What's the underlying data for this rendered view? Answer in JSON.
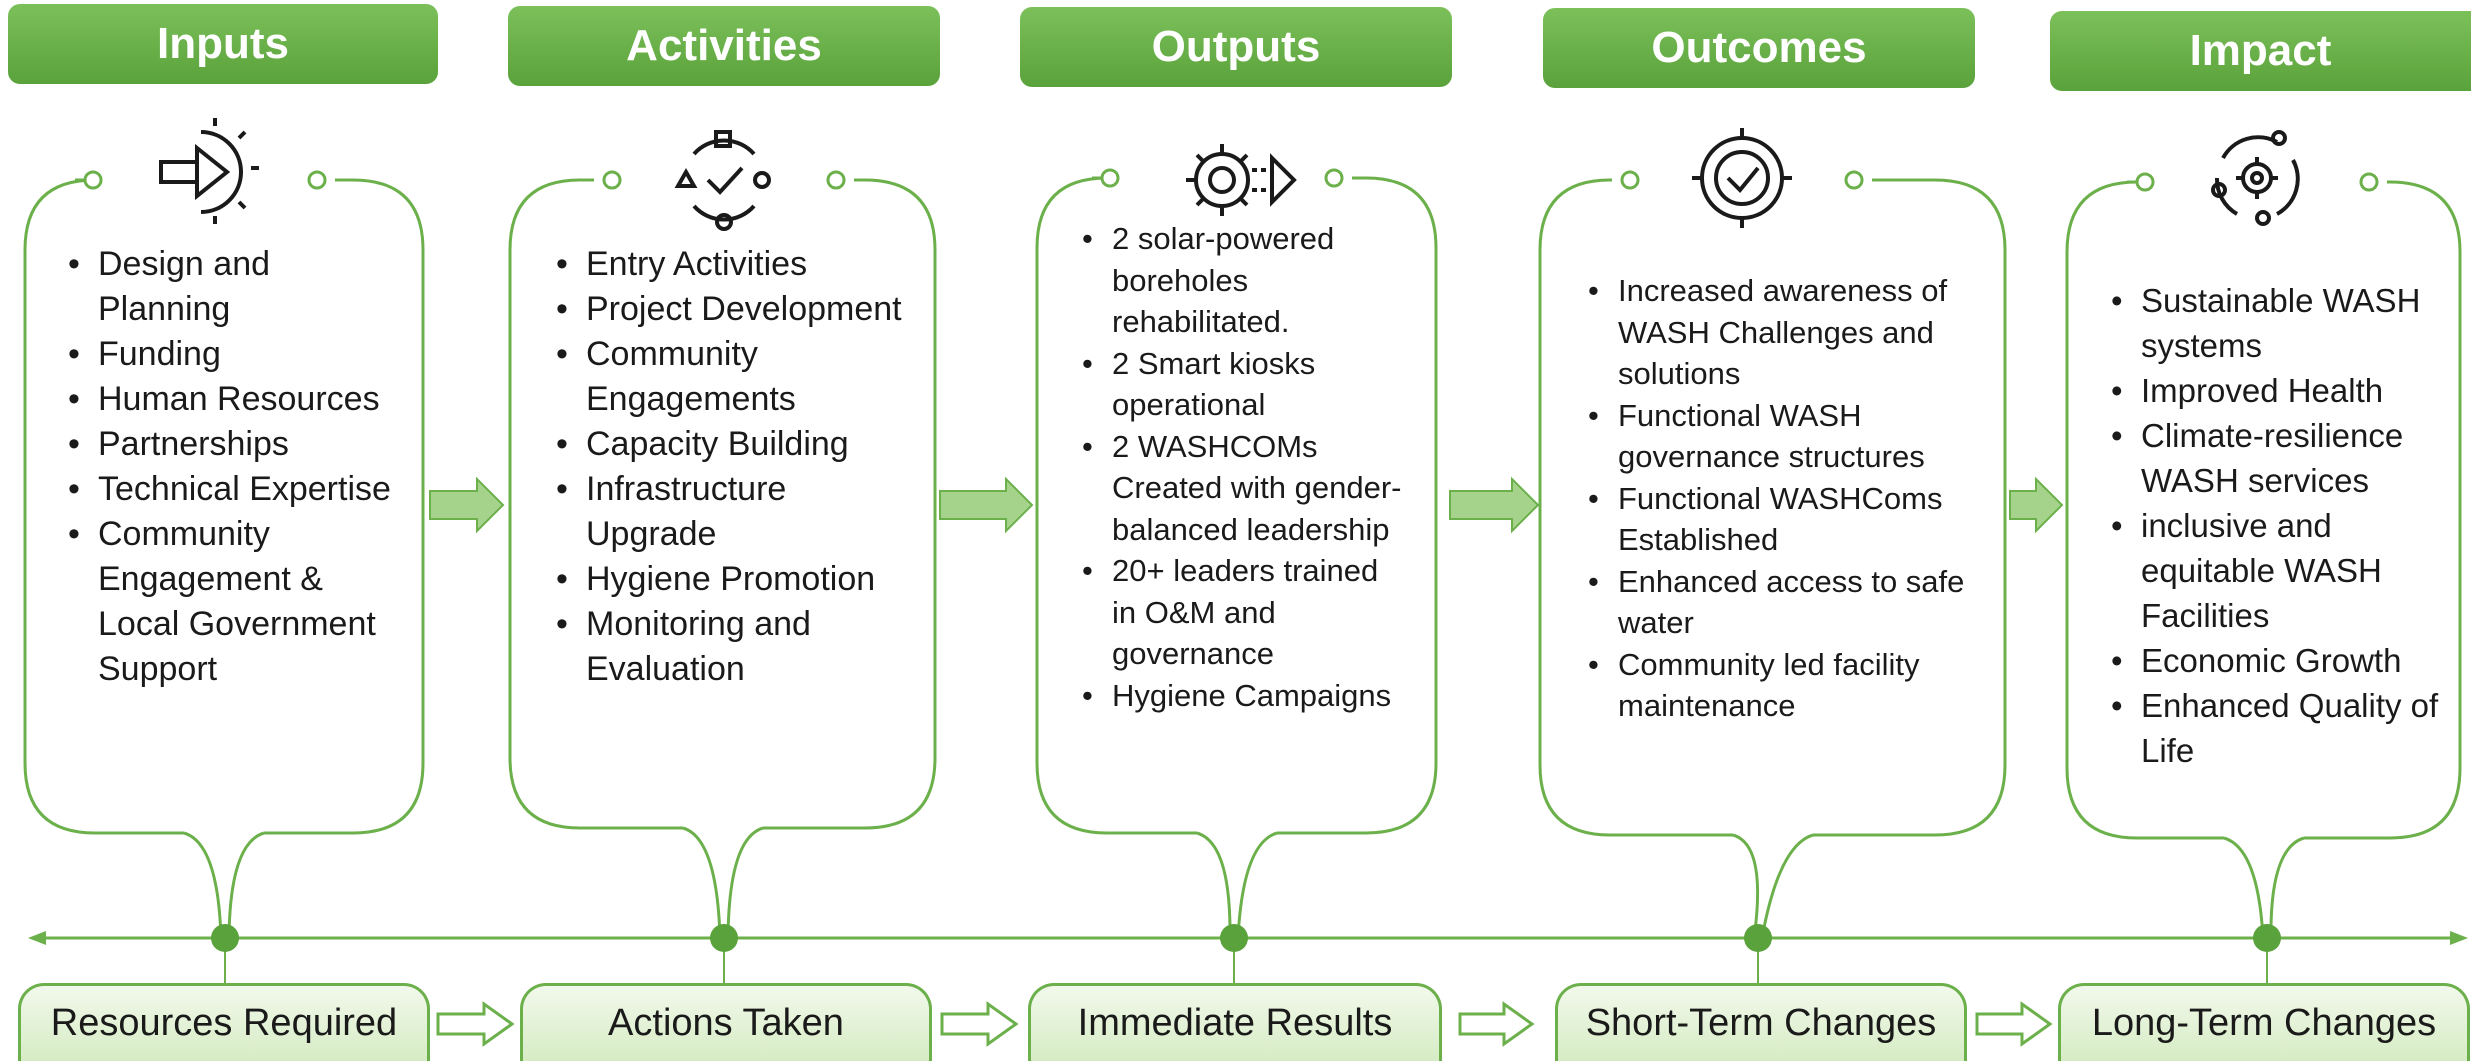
{
  "columns": [
    {
      "header": "Inputs",
      "icon": "login-gear-icon",
      "items": [
        "Design and Planning",
        "Funding",
        "Human Resources",
        "Partnerships",
        "Technical Expertise",
        "Community Engagement & Local Government Support"
      ],
      "stage": "Resources Required"
    },
    {
      "header": "Activities",
      "icon": "checklist-cycle-icon",
      "items": [
        "Entry Activities",
        "Project Development",
        "Community Engagements",
        "Capacity Building",
        "Infrastructure Upgrade",
        "Hygiene Promotion",
        "Monitoring and Evaluation"
      ],
      "stage": "Actions Taken"
    },
    {
      "header": "Outputs",
      "icon": "gear-output-arrow-icon",
      "items": [
        "2 solar-powered boreholes rehabilitated.",
        "2 Smart kiosks operational",
        "2 WASHCOMs Created with gender-balanced leadership",
        "20+ leaders  trained in O&M and governance",
        "Hygiene Campaigns"
      ],
      "stage": "Immediate Results"
    },
    {
      "header": "Outcomes",
      "icon": "target-check-icon",
      "items": [
        "Increased awareness of WASH Challenges and solutions",
        "Functional WASH governance structures",
        "Functional WASHComs Established",
        "Enhanced access to safe water",
        "Community led facility maintenance"
      ],
      "stage": "Short-Term Changes"
    },
    {
      "header": "Impact",
      "icon": "gear-cycle-icon",
      "items": [
        "Sustainable WASH systems",
        "Improved Health",
        "Climate-resilience WASH services",
        "inclusive and equitable WASH Facilities",
        "Economic Growth",
        "Enhanced Quality of Life"
      ],
      "stage": "Long-Term Changes"
    }
  ],
  "colors": {
    "header_green": "#6ab048",
    "outline_green": "#6bb04a",
    "stage_fill": "#dcefcc"
  }
}
